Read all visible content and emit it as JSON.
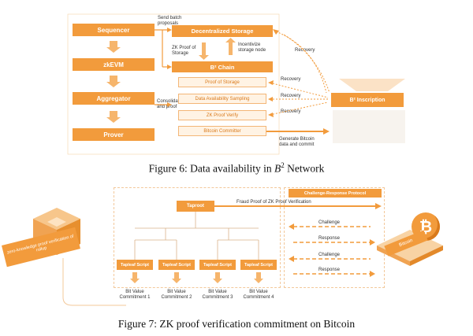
{
  "fig6": {
    "sequencer": "Sequencer",
    "zkevm": "zkEVM",
    "aggregator": "Aggregator",
    "prover": "Prover",
    "send_batch": "Send batch proposals",
    "consolidate": "Consolidate batch and proof",
    "decentralized_storage": "Decentralized Storage",
    "zk_proof_storage": "ZK Proof of Storage",
    "incentivize": "Incentivize storage node",
    "b2_chain": "B² Chain",
    "proof_of_storage": "Proof of Storage",
    "das": "Data Availability Sampling",
    "zk_proof_verify": "ZK Proof Verify",
    "bitcoin_committer": "Bitcoin Committer",
    "recovery_top": "Recovery",
    "recovery_1": "Recovery",
    "recovery_2": "Recovery",
    "recovery_3": "Recovery",
    "generate": "Generate Bitcoin data and commit",
    "inscription": "B² Inscription",
    "caption_prefix": "Figure 6: Data availability in ",
    "caption_b": "B",
    "caption_sup": "2",
    "caption_suffix": " Network"
  },
  "fig7": {
    "taproot": "Taproot",
    "fraud_proof": "Fraud Proof of ZK Proof Verification",
    "protocol_title": "Challenge-Response Protocol",
    "challenge_1": "Challenge",
    "response_1": "Response",
    "challenge_2": "Challenge",
    "response_2": "Response",
    "scripts": [
      "Tapleaf Script",
      "Tapleaf Script",
      "Tapleaf Script",
      "Tapleaf Script"
    ],
    "commitments": [
      "Bit Value\nCommitment 1",
      "Bit Value\nCommitment 2",
      "Bit Value\nCommitment 3",
      "Bit Value\nCommitment 4"
    ],
    "left_banner": "zero-knowledge proof verification of rollup",
    "bitcoin_label": "Bitcoin",
    "bitcoin_symbol": "₿",
    "caption": "Figure 7: ZK proof verification commitment on Bitcoin"
  },
  "colors": {
    "accent": "#f29b3c",
    "accent_light": "#fff3e4",
    "text_orange": "#d97a1c"
  }
}
